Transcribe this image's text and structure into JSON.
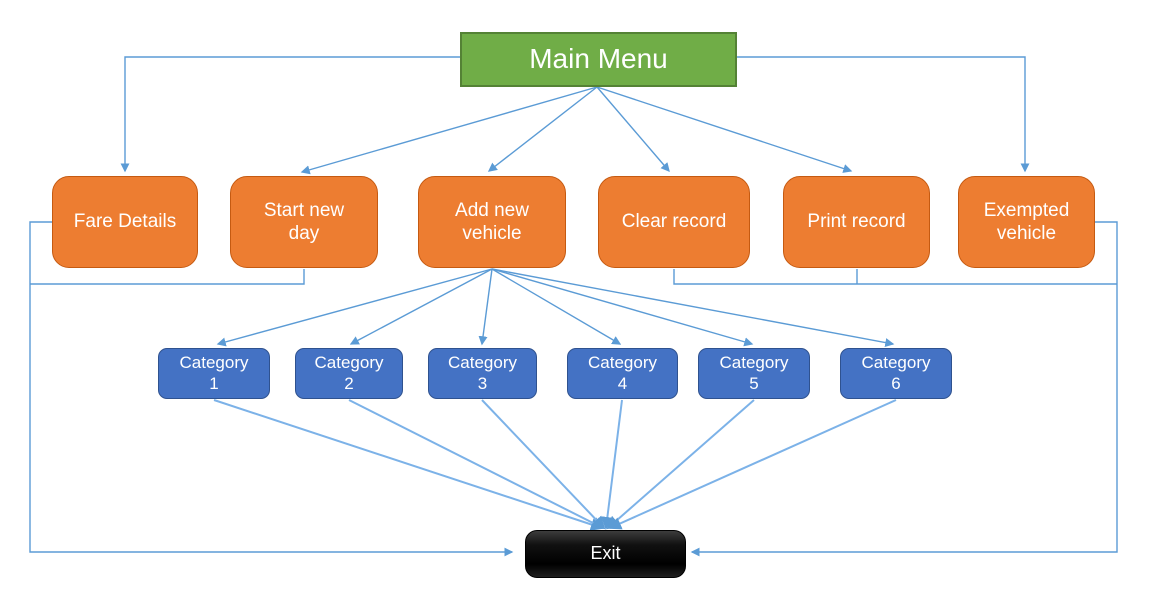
{
  "diagram": {
    "title": "Main Menu",
    "menu_items": [
      {
        "id": "fare-details",
        "line1": "Fare Details"
      },
      {
        "id": "start-new-day",
        "line1": "Start new",
        "line2": "day"
      },
      {
        "id": "add-new-vehicle",
        "line1": "Add new",
        "line2": "vehicle"
      },
      {
        "id": "clear-record",
        "line1": "Clear record"
      },
      {
        "id": "print-record",
        "line1": "Print record"
      },
      {
        "id": "exempted-vehicle",
        "line1": "Exempted",
        "line2": "vehicle"
      }
    ],
    "categories": [
      {
        "line1": "Category",
        "line2": "1"
      },
      {
        "line1": "Category",
        "line2": "2"
      },
      {
        "line1": "Category",
        "line2": "3"
      },
      {
        "line1": "Category",
        "line2": "4"
      },
      {
        "line1": "Category",
        "line2": "5"
      },
      {
        "line1": "Category",
        "line2": "6"
      }
    ],
    "exit_label": "Exit"
  },
  "colors": {
    "main_menu_fill": "#70AD47",
    "main_menu_border": "#548235",
    "menu_fill": "#ED7D31",
    "menu_border": "#C55A11",
    "category_fill": "#4472C4",
    "category_border": "#2F528F",
    "exit_border": "#000000",
    "connector": "#5B9BD5",
    "connector_light": "#7CB2E8",
    "text": "#FFFFFF",
    "background": "#FFFFFF"
  }
}
